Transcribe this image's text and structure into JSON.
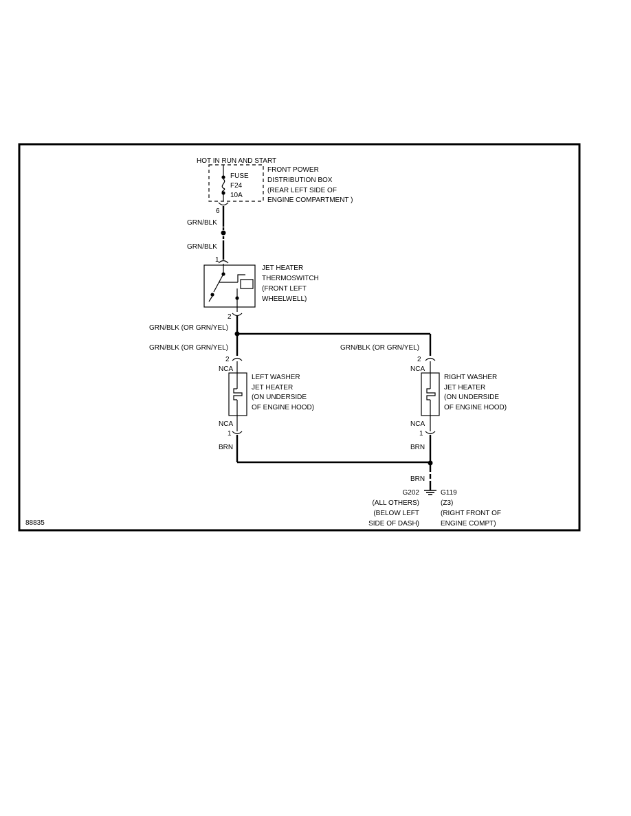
{
  "diagram_id": "88835",
  "power": {
    "header": "HOT IN RUN AND START",
    "fuse_label": "FUSE",
    "fuse_id": "F24",
    "fuse_rating": "10A",
    "box_lines": [
      "FRONT POWER",
      "DISTRIBUTION BOX",
      "(REAR LEFT SIDE OF",
      "ENGINE COMPARTMENT )"
    ],
    "pin": "6"
  },
  "wires": {
    "w1": "GRN/BLK",
    "w2": "GRN/BLK",
    "w3": "GRN/BLK (OR GRN/YEL)",
    "w4_left": "GRN/BLK (OR GRN/YEL)",
    "w4_right": "GRN/BLK (OR GRN/YEL)",
    "w5_left": "BRN",
    "w5_right": "BRN",
    "w6": "BRN"
  },
  "thermoswitch": {
    "pin_in": "1",
    "pin_out": "2",
    "lines": [
      "JET HEATER",
      "THERMOSWITCH",
      "(FRONT LEFT",
      "WHEELWELL)"
    ]
  },
  "left_heater": {
    "pin_top": "2",
    "conn_top": "NCA",
    "conn_bottom": "NCA",
    "pin_bottom": "1",
    "lines": [
      "LEFT WASHER",
      "JET HEATER",
      "(ON UNDERSIDE",
      "OF ENGINE HOOD)"
    ]
  },
  "right_heater": {
    "pin_top": "2",
    "conn_top": "NCA",
    "conn_bottom": "NCA",
    "pin_bottom": "1",
    "lines": [
      "RIGHT WASHER",
      "JET HEATER",
      "(ON UNDERSIDE",
      "OF ENGINE HOOD)"
    ]
  },
  "ground": {
    "left_lines": [
      "G202",
      "(ALL OTHERS)",
      "(BELOW LEFT",
      "SIDE OF DASH)"
    ],
    "right_lines": [
      "G119",
      "(Z3)",
      "(RIGHT FRONT OF",
      "ENGINE COMPT)"
    ]
  }
}
